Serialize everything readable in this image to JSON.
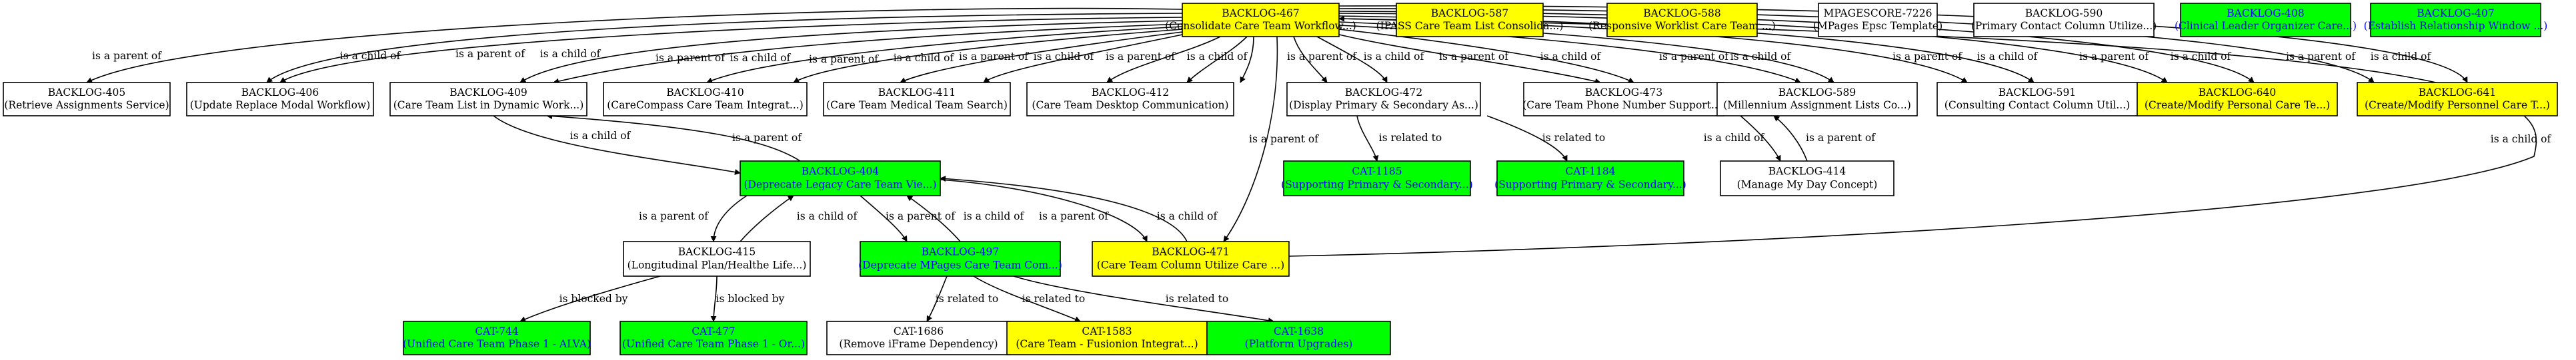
{
  "colors": {
    "yellow": "#ffff00",
    "green": "#00ff00",
    "white": "#ffffff",
    "text_default": "#000000",
    "text_highlight": "#0000ff"
  },
  "nodes": [
    {
      "id": "n467",
      "title": "BACKLOG-467",
      "subtitle": "(Consolidate Care Team Workflow...)",
      "fill": "yellow"
    },
    {
      "id": "n587",
      "title": "BACKLOG-587",
      "subtitle": "(IPASS Care Team List Consolida...)",
      "fill": "yellow"
    },
    {
      "id": "n588",
      "title": "BACKLOG-588",
      "subtitle": "(Responsive Worklist Care Team ...)",
      "fill": "yellow"
    },
    {
      "id": "m7226",
      "title": "MPAGESCORE-7226",
      "subtitle": "(MPages Epsc Template)",
      "fill": "white"
    },
    {
      "id": "n590",
      "title": "BACKLOG-590",
      "subtitle": "(Primary Contact Column Utilize...)",
      "fill": "white"
    },
    {
      "id": "n408",
      "title": "BACKLOG-408",
      "subtitle": "(Clinical Leader Organizer Care...)",
      "fill": "green"
    },
    {
      "id": "n407",
      "title": "BACKLOG-407",
      "subtitle": "(Establish Relationship Window ...)",
      "fill": "green"
    },
    {
      "id": "n405",
      "title": "BACKLOG-405",
      "subtitle": "(Retrieve Assignments Service)",
      "fill": "white"
    },
    {
      "id": "n406",
      "title": "BACKLOG-406",
      "subtitle": "(Update Replace Modal Workflow)",
      "fill": "white"
    },
    {
      "id": "n409",
      "title": "BACKLOG-409",
      "subtitle": "(Care Team List in Dynamic Work...)",
      "fill": "white"
    },
    {
      "id": "n410",
      "title": "BACKLOG-410",
      "subtitle": "(CareCompass Care Team Integrat...)",
      "fill": "white"
    },
    {
      "id": "n411",
      "title": "BACKLOG-411",
      "subtitle": "(Care Team Medical Team Search)",
      "fill": "white"
    },
    {
      "id": "n412",
      "title": "BACKLOG-412",
      "subtitle": "(Care Team Desktop Communication)",
      "fill": "white"
    },
    {
      "id": "n472",
      "title": "BACKLOG-472",
      "subtitle": "(Display Primary & Secondary As...)",
      "fill": "white"
    },
    {
      "id": "n473",
      "title": "BACKLOG-473",
      "subtitle": "(Care Team Phone Number Support...)",
      "fill": "white"
    },
    {
      "id": "n589",
      "title": "BACKLOG-589",
      "subtitle": "(Millennium Assignment Lists Co...)",
      "fill": "white"
    },
    {
      "id": "n591",
      "title": "BACKLOG-591",
      "subtitle": "(Consulting Contact Column Util...)",
      "fill": "white"
    },
    {
      "id": "n640",
      "title": "BACKLOG-640",
      "subtitle": "(Create/Modify Personal Care Te...)",
      "fill": "yellow"
    },
    {
      "id": "n641",
      "title": "BACKLOG-641",
      "subtitle": "(Create/Modify Personnel Care T...)",
      "fill": "yellow"
    },
    {
      "id": "n404",
      "title": "BACKLOG-404",
      "subtitle": "(Deprecate Legacy Care Team Vie...)",
      "fill": "green"
    },
    {
      "id": "c1185",
      "title": "CAT-1185",
      "subtitle": "(Supporting Primary & Secondary...)",
      "fill": "green"
    },
    {
      "id": "c1184",
      "title": "CAT-1184",
      "subtitle": "(Supporting Primary & Secondary...)",
      "fill": "green"
    },
    {
      "id": "n414",
      "title": "BACKLOG-414",
      "subtitle": "(Manage My Day Concept)",
      "fill": "white"
    },
    {
      "id": "n415",
      "title": "BACKLOG-415",
      "subtitle": "(Longitudinal Plan/Healthe Life...)",
      "fill": "white"
    },
    {
      "id": "n497",
      "title": "BACKLOG-497",
      "subtitle": "(Deprecate MPages Care Team Com...)",
      "fill": "green"
    },
    {
      "id": "n471",
      "title": "BACKLOG-471",
      "subtitle": "(Care Team Column Utilize Care ...)",
      "fill": "yellow"
    },
    {
      "id": "c744",
      "title": "CAT-744",
      "subtitle": "(Unified Care Team Phase 1 - ALVA)",
      "fill": "green"
    },
    {
      "id": "c477",
      "title": "CAT-477",
      "subtitle": "(Unified Care Team Phase 1 - Or...)",
      "fill": "green"
    },
    {
      "id": "c1686",
      "title": "CAT-1686",
      "subtitle": "(Remove iFrame Dependency)",
      "fill": "white"
    },
    {
      "id": "c1583",
      "title": "CAT-1583",
      "subtitle": "(Care Team - Fusionion Integrat...)",
      "fill": "yellow"
    },
    {
      "id": "c1638",
      "title": "CAT-1638",
      "subtitle": "(Platform Upgrades)",
      "fill": "green"
    }
  ],
  "edges": [
    {
      "id": "e405a",
      "label": "is a parent of"
    },
    {
      "id": "e405b",
      "label": "is a child of"
    },
    {
      "id": "e406a",
      "label": "is a parent of"
    },
    {
      "id": "e406b",
      "label": "is a child of"
    },
    {
      "id": "e409a",
      "label": "is a parent of"
    },
    {
      "id": "e409b",
      "label": "is a child of"
    },
    {
      "id": "e410a",
      "label": "is a parent of"
    },
    {
      "id": "e410b",
      "label": "is a child of"
    },
    {
      "id": "e411a",
      "label": "is a parent of"
    },
    {
      "id": "e411b",
      "label": "is a child of"
    },
    {
      "id": "e412a",
      "label": "is a parent of"
    },
    {
      "id": "e412b",
      "label": "is a child of"
    },
    {
      "id": "e472a",
      "label": "is a parent of"
    },
    {
      "id": "e472b",
      "label": "is a child of"
    },
    {
      "id": "e473a",
      "label": "is a parent of"
    },
    {
      "id": "e473b",
      "label": "is a child of"
    },
    {
      "id": "e589a",
      "label": "is a parent of"
    },
    {
      "id": "e589b",
      "label": "is a child of"
    },
    {
      "id": "e591a",
      "label": "is a parent of"
    },
    {
      "id": "e591b",
      "label": "is a child of"
    },
    {
      "id": "e640a",
      "label": "is a parent of"
    },
    {
      "id": "e640b",
      "label": "is a child of"
    },
    {
      "id": "e641a",
      "label": "is a parent of"
    },
    {
      "id": "e641b",
      "label": "is a child of"
    },
    {
      "id": "e471p",
      "label": "is a parent of"
    },
    {
      "id": "e471c",
      "label": "is a child of"
    },
    {
      "id": "e409_404a",
      "label": "is a child of"
    },
    {
      "id": "e409_404b",
      "label": "is a parent of"
    },
    {
      "id": "e1185",
      "label": "is related to"
    },
    {
      "id": "e1184",
      "label": "is related to"
    },
    {
      "id": "e414a",
      "label": "is a child of"
    },
    {
      "id": "e414b",
      "label": "is a parent of"
    },
    {
      "id": "e415a",
      "label": "is a parent of"
    },
    {
      "id": "e415b",
      "label": "is a child of"
    },
    {
      "id": "e497a",
      "label": "is a parent of"
    },
    {
      "id": "e497b",
      "label": "is a child of"
    },
    {
      "id": "e471_404a",
      "label": "is a parent of"
    },
    {
      "id": "e471_404b",
      "label": "is a child of"
    },
    {
      "id": "e744",
      "label": "is blocked by"
    },
    {
      "id": "e477",
      "label": "is blocked by"
    },
    {
      "id": "e1686",
      "label": "is related to"
    },
    {
      "id": "e1583",
      "label": "is related to"
    },
    {
      "id": "e1638",
      "label": "is related to"
    }
  ]
}
